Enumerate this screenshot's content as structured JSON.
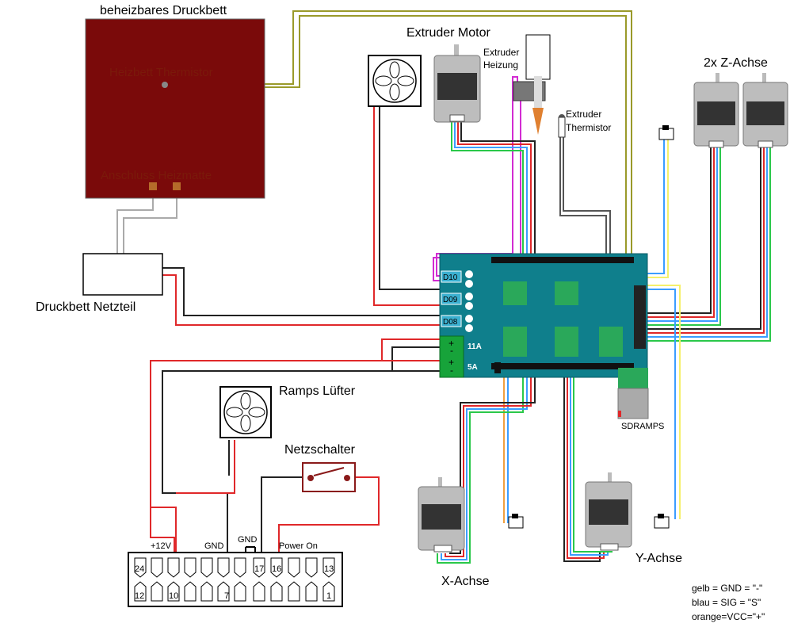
{
  "labels": {
    "heatbed_title": "beheizbares Druckbett",
    "heatbed_thermistor": "Heizbett Thermistor",
    "heatmat_connector": "Anschluss Heizmatte",
    "bed_psu": "Druckbett Netzteil",
    "extruder_motor": "Extruder Motor",
    "extruder_heater_1": "Extruder",
    "extruder_heater_2": "Heizung",
    "extruder_thermistor_1": "Extruder",
    "extruder_thermistor_2": "Thermistor",
    "z_axis": "2x Z-Achse",
    "x_axis": "X-Achse",
    "y_axis": "Y-Achse",
    "ramps_fan": "Ramps Lüfter",
    "power_switch": "Netzschalter",
    "sdramps": "SDRAMPS",
    "d10": "D10",
    "d09": "D09",
    "d08": "D08",
    "amp_11": "11A",
    "amp_5": "5A",
    "plus": "+",
    "minus": "-"
  },
  "atx": {
    "label_12v": "+12V",
    "label_gnd": "GND",
    "label_gnd2": "GND",
    "label_power_on": "Power On",
    "top_left_pin": "24",
    "top_pin_17": "17",
    "top_pin_16": "16",
    "top_right_pin": "13",
    "bottom_left_pin": "12",
    "bottom_pin_10": "10",
    "bottom_pin_7": "7",
    "bottom_right_pin": "1"
  },
  "legend": {
    "line1": "gelb = GND = \"-\"",
    "line2": "blau = SIG = \"S\"",
    "line3": "orange=VCC=\"+\""
  },
  "colors": {
    "heatbed": "#7a0a0a",
    "board": "#0f7f8c",
    "power_terminal": "#17a33a",
    "red_wire": "#e0282a",
    "black_wire": "#222222",
    "olive_wire": "#9a9a2a",
    "pink_wire": "#d22bd2",
    "yellow_wire": "#f5f06a",
    "blue_wire": "#3b9dff",
    "green_wire": "#2ac84a",
    "orange_wire": "#f0a040"
  }
}
